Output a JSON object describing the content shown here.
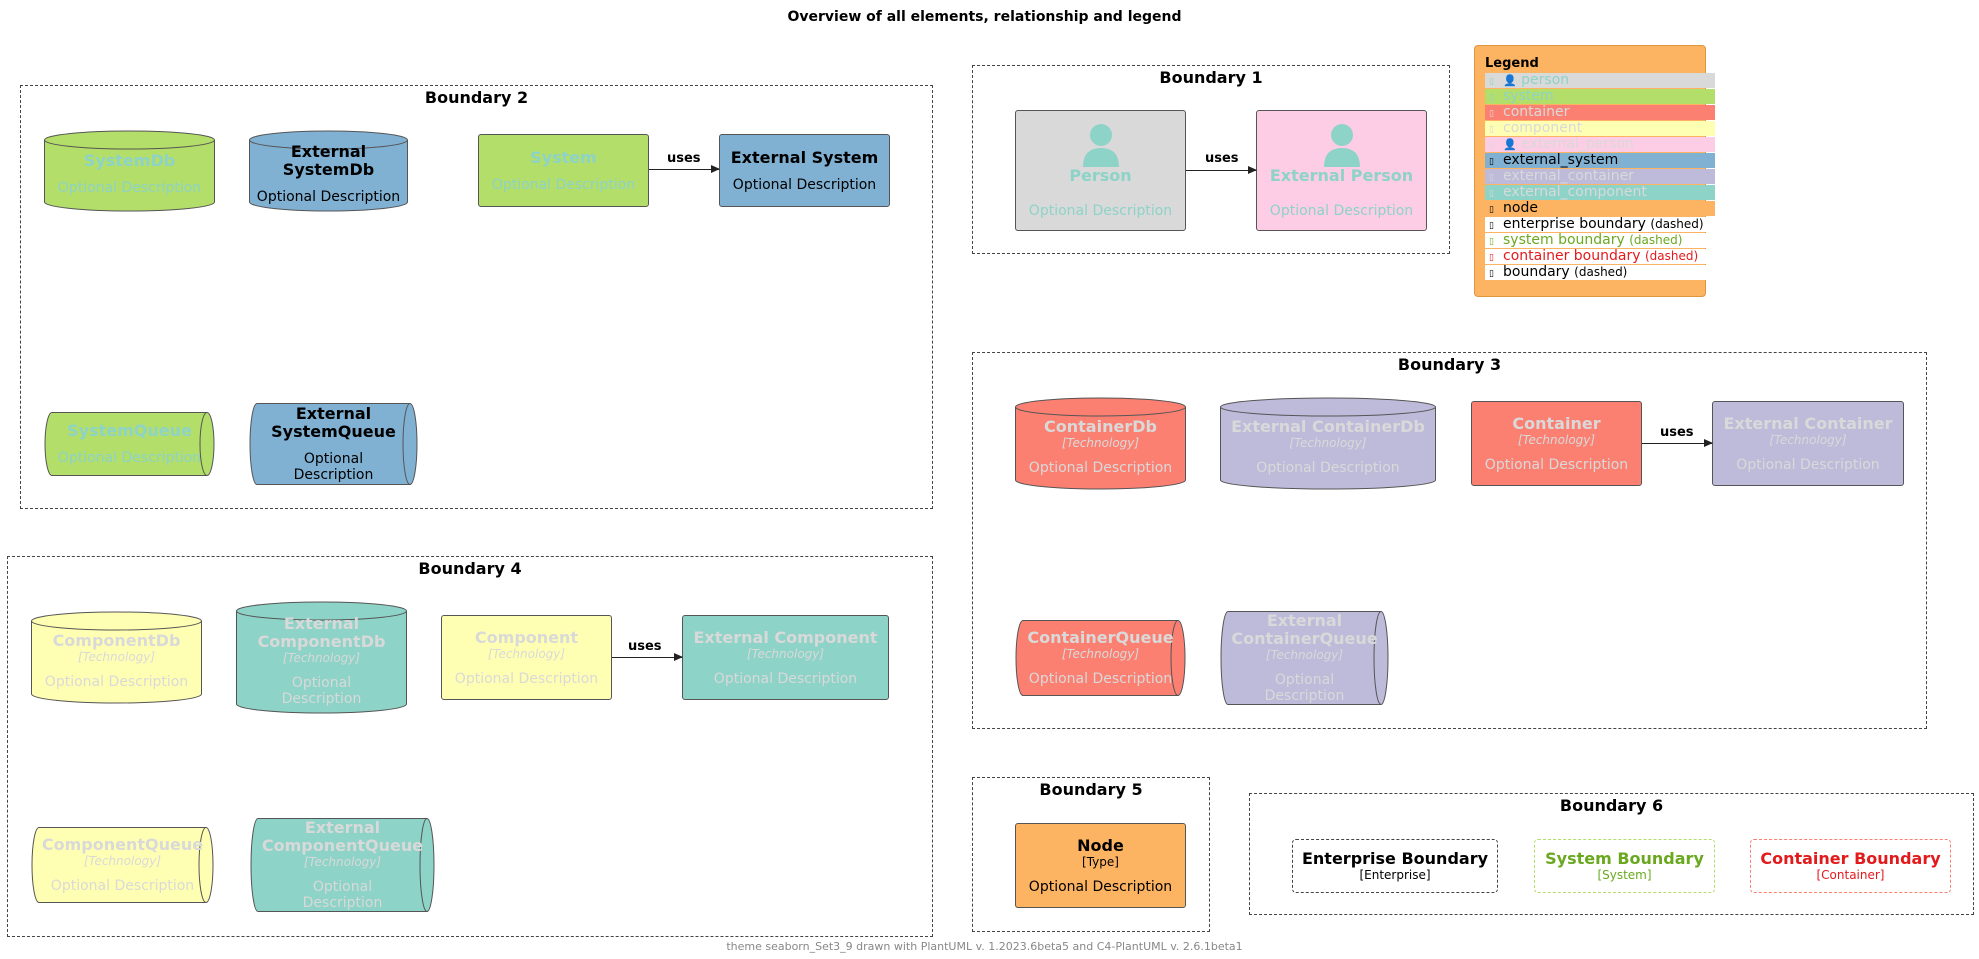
{
  "title": "Overview of all elements, relationship and legend",
  "footer": "theme seaborn_Set3_9 drawn with PlantUML v. 1.2023.6beta5 and C4-PlantUML v. 2.6.1beta1",
  "colors": {
    "person": "#d9d9d9",
    "external_person": "#fccde5",
    "system": "#b3de69",
    "external_system": "#80b1d3",
    "container": "#fb8072",
    "external_container": "#bebada",
    "component": "#ffffb3",
    "external_component": "#8dd3c7",
    "node": "#fdb462",
    "teal_text": "#8dd3c7",
    "light_text": "#d9d9d9",
    "system_boundary": "#6aa91f",
    "container_boundary": "#e31a1c"
  },
  "boundaries": {
    "b1": "Boundary 1",
    "b2": "Boundary 2",
    "b3": "Boundary 3",
    "b4": "Boundary 4",
    "b5": "Boundary 5",
    "b6": "Boundary 6"
  },
  "elements": {
    "person": {
      "name": "Person",
      "desc": "Optional Description",
      "icon": "person-icon"
    },
    "external_person": {
      "name": "External Person",
      "desc": "Optional Description",
      "icon": "person-icon"
    },
    "system_db": {
      "name": "SystemDb",
      "desc": "Optional Description"
    },
    "external_system_db": {
      "name": "External SystemDb",
      "desc": "Optional Description"
    },
    "system": {
      "name": "System",
      "desc": "Optional Description"
    },
    "external_system": {
      "name": "External System",
      "desc": "Optional Description"
    },
    "system_queue": {
      "name": "SystemQueue",
      "desc": "Optional Description"
    },
    "external_system_queue": {
      "name": "External SystemQueue",
      "desc": "Optional Description"
    },
    "container_db": {
      "name": "ContainerDb",
      "tech": "[Technology]",
      "desc": "Optional Description"
    },
    "external_container_db": {
      "name": "External ContainerDb",
      "tech": "[Technology]",
      "desc": "Optional Description"
    },
    "container": {
      "name": "Container",
      "tech": "[Technology]",
      "desc": "Optional Description"
    },
    "external_container": {
      "name": "External Container",
      "tech": "[Technology]",
      "desc": "Optional Description"
    },
    "container_queue": {
      "name": "ContainerQueue",
      "tech": "[Technology]",
      "desc": "Optional Description"
    },
    "external_container_queue": {
      "name": "External ContainerQueue",
      "tech": "[Technology]",
      "desc": "Optional Description"
    },
    "component_db": {
      "name": "ComponentDb",
      "tech": "[Technology]",
      "desc": "Optional Description"
    },
    "external_component_db": {
      "name": "External ComponentDb",
      "tech": "[Technology]",
      "desc": "Optional Description"
    },
    "component": {
      "name": "Component",
      "tech": "[Technology]",
      "desc": "Optional Description"
    },
    "external_component": {
      "name": "External Component",
      "tech": "[Technology]",
      "desc": "Optional Description"
    },
    "component_queue": {
      "name": "ComponentQueue",
      "tech": "[Technology]",
      "desc": "Optional Description"
    },
    "external_component_queue": {
      "name": "External ComponentQueue",
      "tech": "[Technology]",
      "desc": "Optional Description"
    },
    "node": {
      "name": "Node",
      "tech": "[Type]",
      "desc": "Optional Description"
    },
    "enterprise_boundary": {
      "name": "Enterprise Boundary",
      "tech": "[Enterprise]"
    },
    "system_boundary": {
      "name": "System Boundary",
      "tech": "[System]"
    },
    "container_boundary": {
      "name": "Container Boundary",
      "tech": "[Container]"
    }
  },
  "relations": {
    "uses": "uses"
  },
  "legend": {
    "title": "Legend",
    "rows": [
      {
        "label": "person",
        "note": ""
      },
      {
        "label": "system",
        "note": ""
      },
      {
        "label": "container",
        "note": ""
      },
      {
        "label": "component",
        "note": ""
      },
      {
        "label": "external_person",
        "note": ""
      },
      {
        "label": "external_system",
        "note": ""
      },
      {
        "label": "external_container",
        "note": ""
      },
      {
        "label": "external_component",
        "note": ""
      },
      {
        "label": "node",
        "note": ""
      },
      {
        "label": "enterprise boundary",
        "note": "(dashed)"
      },
      {
        "label": "system boundary",
        "note": "(dashed)"
      },
      {
        "label": "container boundary",
        "note": "(dashed)"
      },
      {
        "label": "boundary",
        "note": "(dashed)"
      }
    ]
  }
}
